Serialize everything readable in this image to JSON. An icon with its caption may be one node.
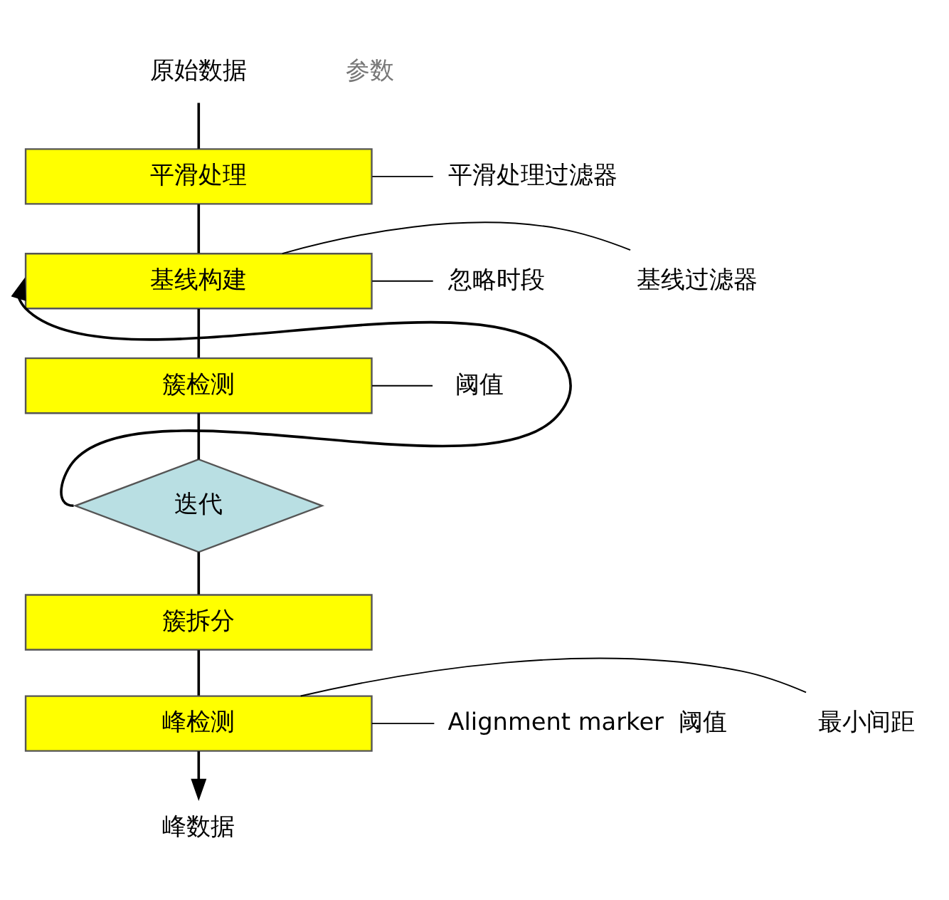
{
  "diagram": {
    "nodes": [
      {
        "text": [
          "原始数据"
        ]
      },
      {
        "text": [
          "平滑处理"
        ]
      },
      {
        "text": [
          "基线构建"
        ]
      },
      {
        "text": [
          "簇检测"
        ]
      },
      {
        "text": [
          "迭代"
        ]
      },
      {
        "text": [
          "簇拆分"
        ]
      },
      {
        "text": [
          "峰检测"
        ]
      },
      {
        "text": [
          "峰数据"
        ]
      },
      {
        "text": [
          "平滑处理过滤器"
        ]
      },
      {
        "text": [
          "基线过滤器"
        ]
      },
      {
        "text": [
          "忽略时段"
        ]
      },
      {
        "text": [
          "阈值"
        ]
      },
      {
        "text": [
          "最小间距"
        ]
      },
      {
        "text": [
          "Alignment marker  阈值"
        ]
      }
    ],
    "edges": [
      {
        "from": 0,
        "to": 1,
        "arrow": "none"
      },
      {
        "from": 1,
        "to": 2,
        "arrow": "none"
      },
      {
        "from": 2,
        "to": 3,
        "arrow": "none"
      },
      {
        "from": 3,
        "to": 4,
        "arrow": "none"
      },
      {
        "from": 4,
        "to": 5,
        "arrow": "none"
      },
      {
        "from": 5,
        "to": 6,
        "arrow": "none"
      },
      {
        "from": 6,
        "to": 7,
        "arrow": "to"
      },
      {
        "from": 4,
        "to": 2,
        "arrow": "to"
      },
      {
        "from": 1,
        "to": 8,
        "arrow": "none"
      },
      {
        "from": 2,
        "to": 9,
        "arrow": "none"
      },
      {
        "from": 2,
        "to": 10,
        "arrow": "none"
      },
      {
        "from": 3,
        "to": 11,
        "arrow": "none"
      },
      {
        "from": 6,
        "to": 12,
        "arrow": "none"
      },
      {
        "from": 6,
        "to": 13,
        "arrow": "none"
      }
    ],
    "labels": [
      "参数"
    ]
  }
}
